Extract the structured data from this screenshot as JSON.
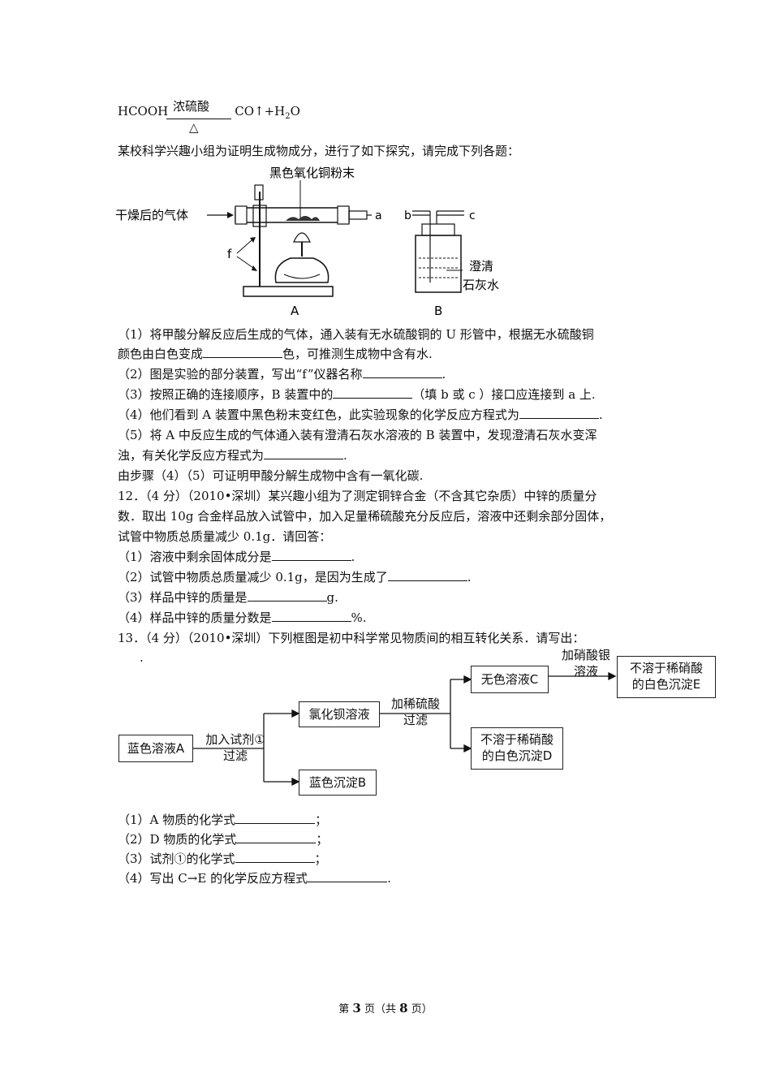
{
  "equation": {
    "left": "HCOOH",
    "condition_top": "浓硫酸",
    "condition_bottom": "△",
    "right_1": "CO↑+H",
    "right_sub": "2",
    "right_2": "O"
  },
  "intro": "某校科学兴趣小组为证明生成物成分，进行了如下探究，请完成下列各题：",
  "apparatus": {
    "label_powder": "黑色氧化铜粉末",
    "label_gas": "干燥后的气体",
    "label_f": "f",
    "label_a": "a",
    "label_b": "b",
    "label_c": "c",
    "label_lime_1": "澄清",
    "label_lime_2": "石灰水",
    "caption_a": "A",
    "caption_b": "B"
  },
  "q11": {
    "p1a": "（1）将甲酸分解反应后生成的气体，通入装有无水硫酸铜的 U 形管中，根据无水硫酸铜",
    "p1b_pre": "颜色由白色变成",
    "p1b_post": "色，可推测生成物中含有水.",
    "p2_pre": "（2）图是实验的部分装置，写出“f”仪器名称",
    "p2_post": ".",
    "p3_pre": "（3）按照正确的连接顺序，B 装置中的",
    "p3_post": "（填 b 或 c ）接口应连接到 a 上.",
    "p4_pre": "（4）他们看到 A 装置中黑色粉末变红色，此实验现象的化学反应方程式为",
    "p4_post": ".",
    "p5a": "（5）将 A 中反应生成的气体通入装有澄清石灰水溶液的 B 装置中，发现澄清石灰水变浑",
    "p5b_pre": "浊，有关化学反应方程式为",
    "p5b_post": ".",
    "conclusion": "由步骤（4）（5）可证明甲酸分解生成物中含有一氧化碳."
  },
  "q12": {
    "stem_1": "12．（4 分）（2010•深圳）某兴趣小组为了测定铜锌合金（不含其它杂质）中锌的质量分",
    "stem_2": "数．取出 10g 合金样品放入试管中，加入足量稀硫酸充分反应后，溶液中还剩余部分固体，",
    "stem_3": "试管中物质总质量减少 0.1g．请回答：",
    "p1_pre": "（1）溶液中剩余固体成分是",
    "p1_post": ".",
    "p2_pre": "（2）试管中物质总质量减少 0.1g，是因为生成了",
    "p2_post": ".",
    "p3_pre": "（3）样品中锌的质量是",
    "p3_post": "g.",
    "p4_pre": "（4）样品中锌的质量分数是",
    "p4_post": "%."
  },
  "q13": {
    "stem": "13．（4 分）（2010•深圳）下列框图是初中科学常见物质间的相互转化关系．请写出：",
    "dot": ".",
    "flow": {
      "box_a": "蓝色溶液A",
      "step1_1": "加入试剂①",
      "step1_2": "过滤",
      "box_bacl": "氯化钡溶液",
      "box_b": "蓝色沉淀B",
      "step2_1": "加稀硫酸",
      "step2_2": "过滤",
      "box_c": "无色溶液C",
      "box_d_1": "不溶于稀硝酸",
      "box_d_2": "的白色沉淀D",
      "step3_1": "加硝酸银",
      "step3_2": "溶液",
      "box_e_1": "不溶于稀硝酸",
      "box_e_2": "的白色沉淀E"
    },
    "p1_pre": "（1）A 物质的化学式",
    "p1_post": "；",
    "p2_pre": "（2）D 物质的化学式",
    "p2_post": "；",
    "p3_pre": "（3）试剂①的化学式",
    "p3_post": "；",
    "p4_pre": "（4）写出 C→E 的化学反应方程式",
    "p4_post": "."
  },
  "footer": {
    "pre": "第 ",
    "page": "3",
    "mid": " 页（共 ",
    "total": "8",
    "post": " 页）"
  }
}
